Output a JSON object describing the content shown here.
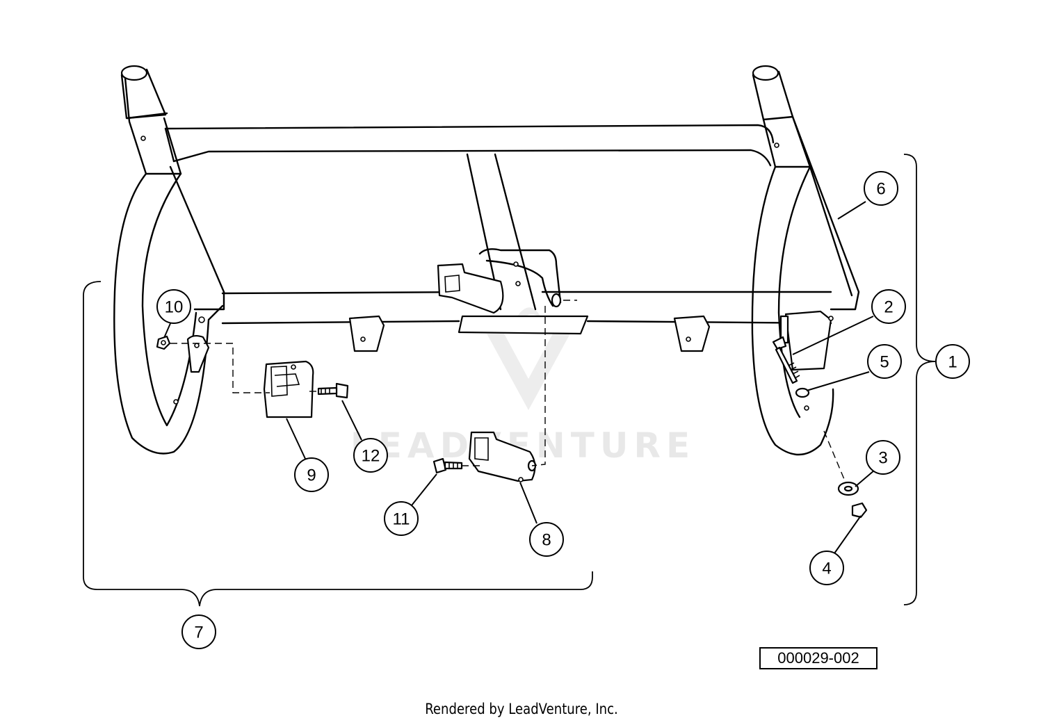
{
  "diagram": {
    "callouts": [
      {
        "id": "1",
        "label": "1"
      },
      {
        "id": "2",
        "label": "2"
      },
      {
        "id": "3",
        "label": "3"
      },
      {
        "id": "4",
        "label": "4"
      },
      {
        "id": "5",
        "label": "5"
      },
      {
        "id": "6",
        "label": "6"
      },
      {
        "id": "7",
        "label": "7"
      },
      {
        "id": "8",
        "label": "8"
      },
      {
        "id": "9",
        "label": "9"
      },
      {
        "id": "10",
        "label": "10"
      },
      {
        "id": "11",
        "label": "11"
      },
      {
        "id": "12",
        "label": "12"
      }
    ],
    "drawing_number": "000029-002",
    "watermark": "LEADVENTURE"
  },
  "footer": {
    "text": "Rendered by LeadVenture, Inc."
  }
}
